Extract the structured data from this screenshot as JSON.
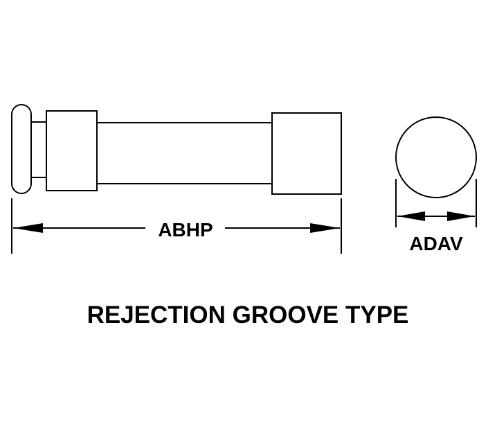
{
  "diagram": {
    "length_dimension_label": "ABHP",
    "diameter_dimension_label": "ADAV",
    "caption": "REJECTION GROOVE TYPE"
  }
}
